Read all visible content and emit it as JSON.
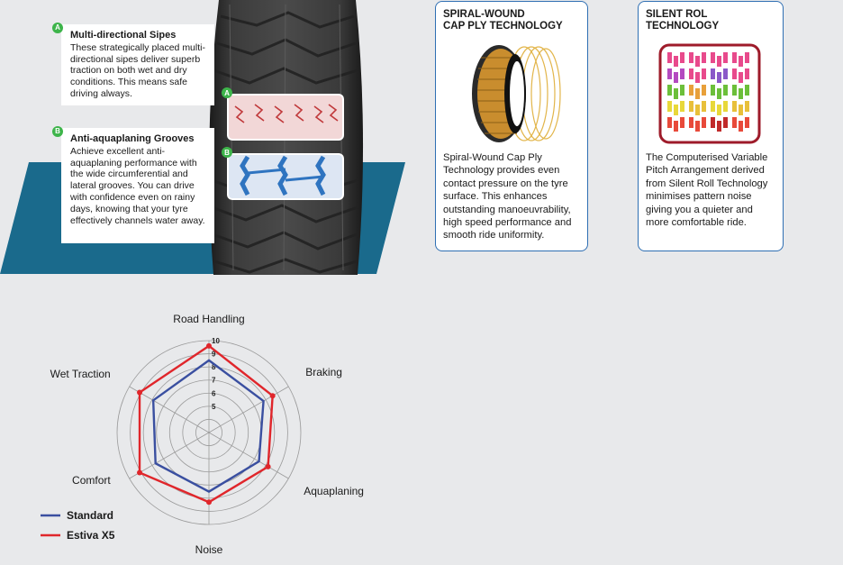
{
  "features": [
    {
      "badge": "A",
      "title": "Multi-directional Sipes",
      "body": "These strategically placed multi-directional sipes deliver superb traction on both wet and dry conditions. This means safe driving always."
    },
    {
      "badge": "B",
      "title": "Anti-aquaplaning Grooves",
      "body": "Achieve excellent anti-aquaplaning performance with the wide circumferential and lateral grooves. You can drive with confidence even on rainy days, knowing that your tyre effectively channels water away."
    }
  ],
  "callouts": {
    "a": "A",
    "b": "B"
  },
  "tech_cards": [
    {
      "title_line1": "SPIRAL-WOUND",
      "title_line2": "CAP PLY TECHNOLOGY",
      "body": "Spiral-Wound Cap Ply Technology provides even contact pressure on the tyre surface. This enhances outstanding manoeuvrability, high speed performance and smooth ride uniformity.",
      "icon": "spiral-cap-ply-icon"
    },
    {
      "title_line1": "SILENT ROL",
      "title_line2": "TECHNOLOGY",
      "body": "The Computerised Variable Pitch Arrangement derived from Silent Roll Technology minimises pattern noise giving you a quieter and more comfortable ride.",
      "icon": "variable-pitch-icon"
    }
  ],
  "colors": {
    "card_border": "#2f6fb3",
    "badge_green": "#3db44a",
    "band_blue": "#1a6a8c",
    "standard": "#3a4fa0",
    "estiva": "#e0262b"
  },
  "chart_data": {
    "type": "radar",
    "axes": [
      "Road Handling",
      "Braking",
      "Aquaplaning",
      "Noise",
      "Comfort",
      "Wet Traction"
    ],
    "tick_labels": [
      "5",
      "6",
      "7",
      "8",
      "9",
      "10"
    ],
    "range": [
      3,
      10
    ],
    "series": [
      {
        "name": "Standard",
        "values": [
          8.5,
          7.8,
          7.4,
          7.5,
          7.7,
          7.9
        ]
      },
      {
        "name": "Estiva X5",
        "values": [
          9.6,
          8.6,
          8.2,
          8.3,
          9.1,
          9.1
        ]
      }
    ],
    "legend": "bottom-left"
  }
}
